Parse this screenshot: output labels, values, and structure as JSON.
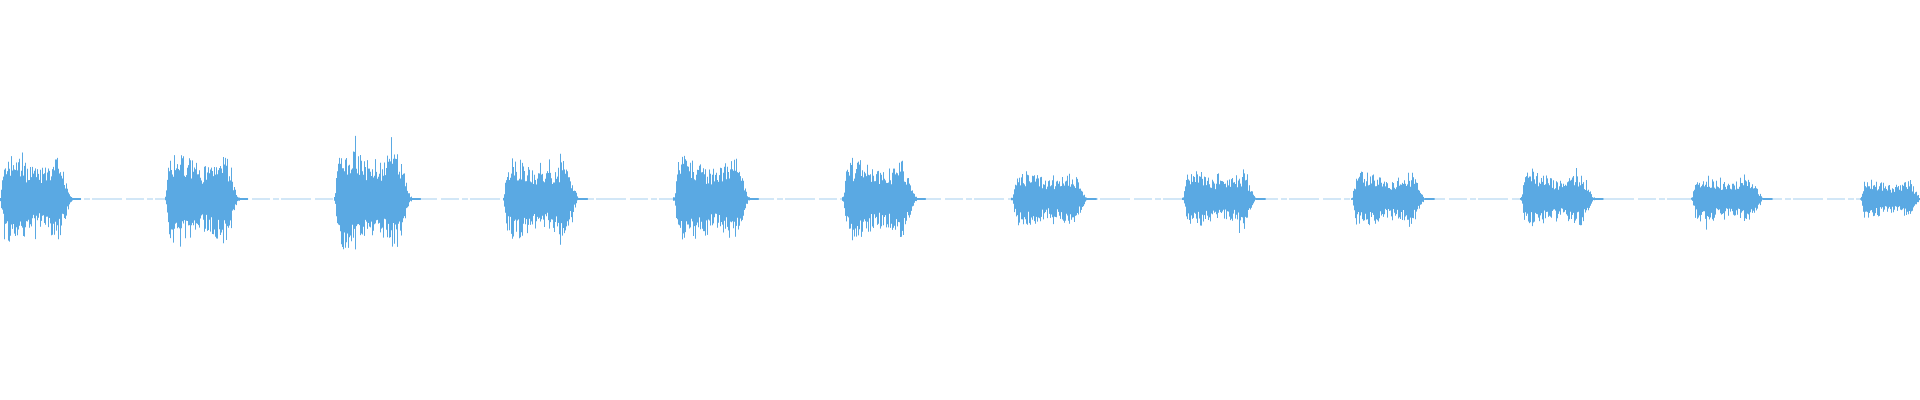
{
  "waveform": {
    "color": "#5aa9e3",
    "background": "#ffffff",
    "bursts": [
      {
        "start": 0.0,
        "end": 0.037,
        "amplitude": 0.11
      },
      {
        "start": 0.086,
        "end": 0.124,
        "amplitude": 0.12
      },
      {
        "start": 0.174,
        "end": 0.214,
        "amplitude": 0.13
      },
      {
        "start": 0.262,
        "end": 0.301,
        "amplitude": 0.1
      },
      {
        "start": 0.351,
        "end": 0.39,
        "amplitude": 0.11
      },
      {
        "start": 0.439,
        "end": 0.477,
        "amplitude": 0.1
      },
      {
        "start": 0.527,
        "end": 0.566,
        "amplitude": 0.07
      },
      {
        "start": 0.616,
        "end": 0.654,
        "amplitude": 0.07
      },
      {
        "start": 0.704,
        "end": 0.742,
        "amplitude": 0.07
      },
      {
        "start": 0.792,
        "end": 0.83,
        "amplitude": 0.07
      },
      {
        "start": 0.881,
        "end": 0.918,
        "amplitude": 0.06
      },
      {
        "start": 0.969,
        "end": 1.0,
        "amplitude": 0.05
      }
    ]
  }
}
